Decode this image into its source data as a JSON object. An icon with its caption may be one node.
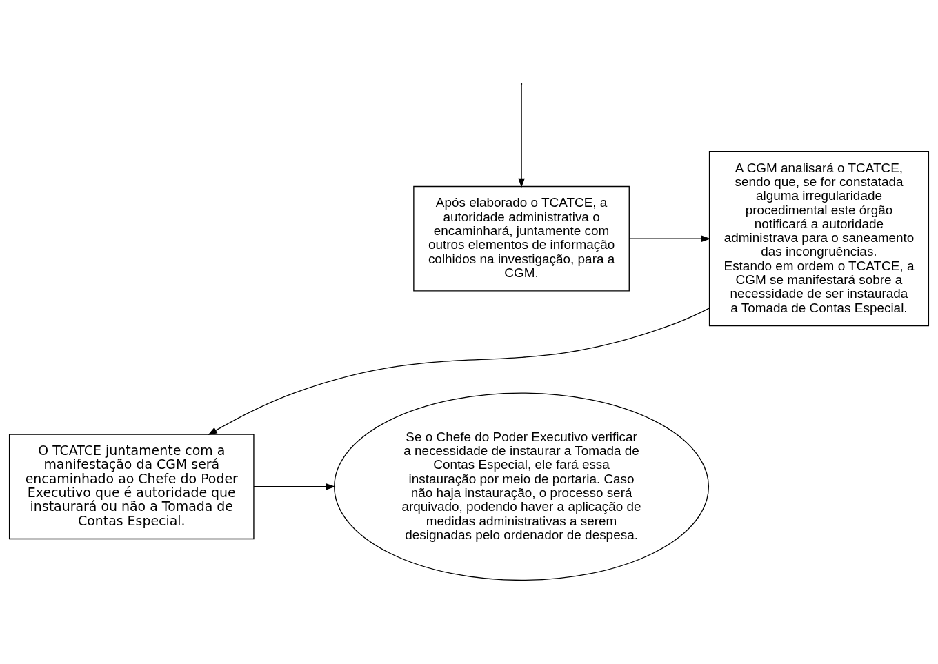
{
  "diagram": {
    "nodes": [
      {
        "text": [
          "Após elaborado o TCATCE, a autoridade administrativa o encaminhará, juntamente com outros elementos de informação colhidos na investigação, para a CGM."
        ]
      },
      {
        "text": [
          "A CGM analisará o TCATCE, sendo que, se for constatada alguma irregularidade procedimental este órgão notificará a autoridade administrava para o saneamento das incongruências.",
          "Estando em ordem o TCATCE, a CGM se manifestará sobre a necessidade de ser instaurada a Tomada de Contas Especial."
        ]
      },
      {
        "text": [
          "O TCATCE juntamente com a manifestação da CGM será encaminhado ao Chefe do Poder Executivo que é autoridade que instaurará ou não a Tomada de Contas Especial."
        ]
      },
      {
        "text": [
          "Se o Chefe do Poder Executivo verificar a necessidade de instaurar a Tomada de Contas Especial, ele fará essa instauração por meio de portaria. Caso não haja instauração, o processo será arquivado, podendo haver a aplicação de medidas administrativas a serem designadas pelo ordenador de despesa."
        ]
      }
    ],
    "edges": [
      {
        "from": null,
        "to": 0,
        "arrow": "to"
      },
      {
        "from": 0,
        "to": 1,
        "arrow": "to"
      },
      {
        "from": 1,
        "to": 2,
        "arrow": "to"
      },
      {
        "from": 2,
        "to": 3,
        "arrow": "to"
      }
    ]
  }
}
